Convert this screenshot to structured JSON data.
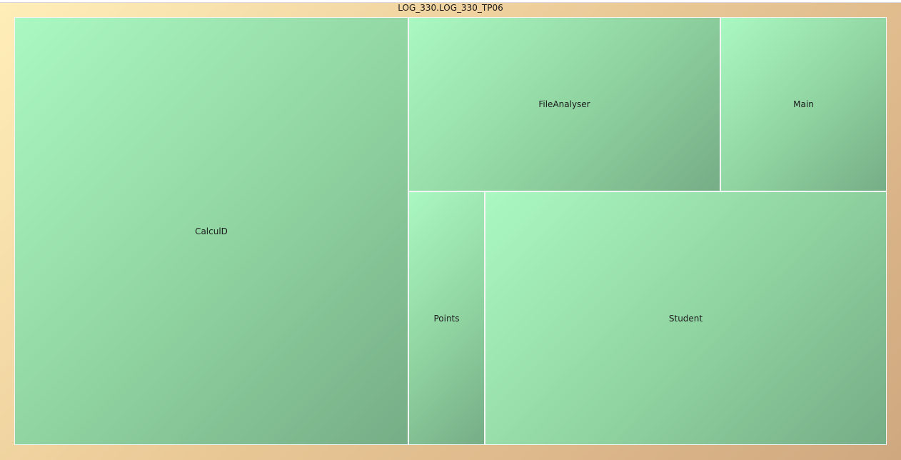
{
  "chart_data": {
    "type": "treemap",
    "title": "LOG_330.LOG_330_TP06",
    "items": [
      {
        "name": "CalculD",
        "value": 39.0
      },
      {
        "name": "FileAnalyser",
        "value": 12.6
      },
      {
        "name": "Main",
        "value": 6.7
      },
      {
        "name": "Points",
        "value": 4.5
      },
      {
        "name": "Student",
        "value": 23.6
      }
    ],
    "colors": {
      "tile_light": "#abf8c2",
      "tile_dark": "#76ad86",
      "frame_light": "#ffeeb8",
      "frame_dark": "#d0a880"
    }
  }
}
